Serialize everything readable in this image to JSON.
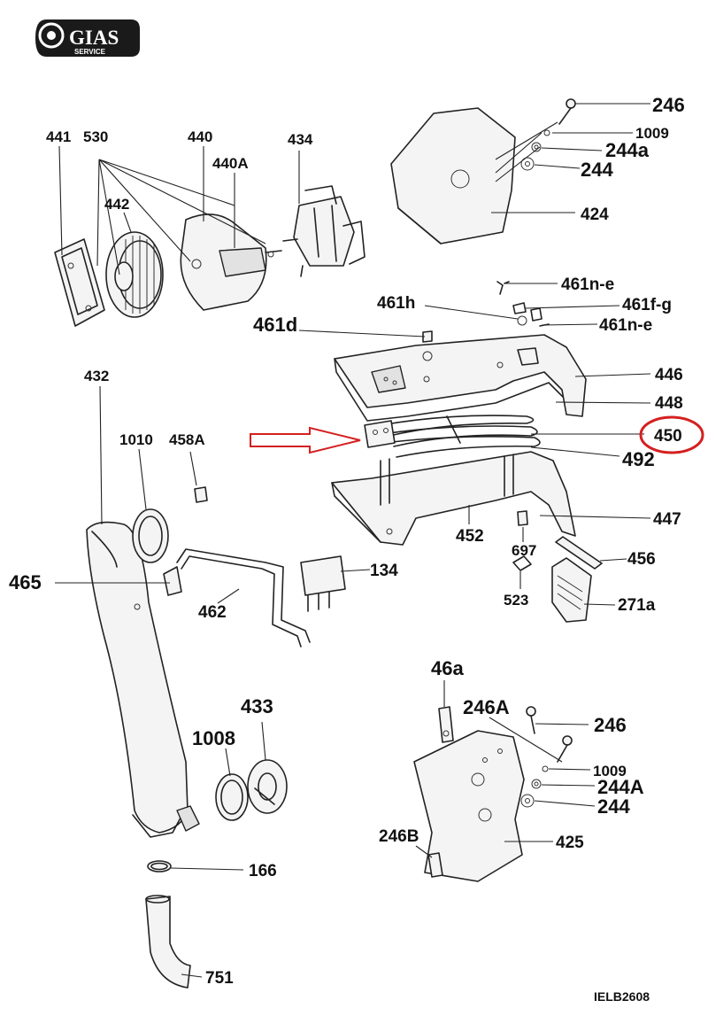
{
  "logo": {
    "brand": "GIAS",
    "sub": "SERVICE"
  },
  "reference": "IELB2608",
  "highlight_color": "#d42020",
  "arrow_color": "#d42020",
  "labels": {
    "p441": "441",
    "p530": "530",
    "p440": "440",
    "p440A": "440A",
    "p434": "434",
    "p442": "442",
    "p246_top": "246",
    "p1009_top": "1009",
    "p244a_top": "244a",
    "p244_top": "244",
    "p424": "424",
    "p461ne_1": "461n-e",
    "p461h": "461h",
    "p461fg": "461f-g",
    "p461d": "461d",
    "p461ne_2": "461n-e",
    "p446": "446",
    "p448": "448",
    "p432": "432",
    "p450": "450",
    "p492": "492",
    "p1010": "1010",
    "p458A": "458A",
    "p447": "447",
    "p452": "452",
    "p697": "697",
    "p456": "456",
    "p465": "465",
    "p134": "134",
    "p462": "462",
    "p523": "523",
    "p271a": "271a",
    "p46a": "46a",
    "p246A": "246A",
    "p246_bot": "246",
    "p433": "433",
    "p1008": "1008",
    "p1009_bot": "1009",
    "p244A_bot": "244A",
    "p244_bot": "244",
    "p246B": "246B",
    "p425": "425",
    "p166": "166",
    "p751": "751"
  }
}
